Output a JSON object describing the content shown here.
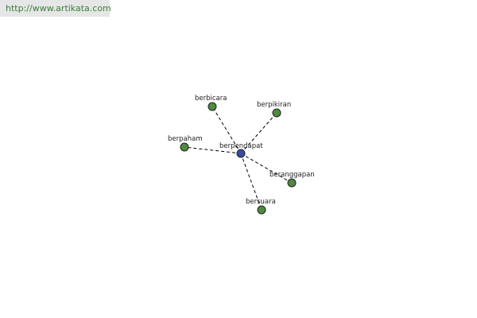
{
  "source": {
    "url": "http://www.artikata.com"
  },
  "graph": {
    "center": {
      "label": "berpendapat",
      "color": "#3b4aa0"
    },
    "leaf_color": "#4e8a3f",
    "nodes": [
      {
        "label": "berbicara"
      },
      {
        "label": "berpikiran"
      },
      {
        "label": "berpaham"
      },
      {
        "label": "beranggapan"
      },
      {
        "label": "bersuara"
      }
    ]
  }
}
